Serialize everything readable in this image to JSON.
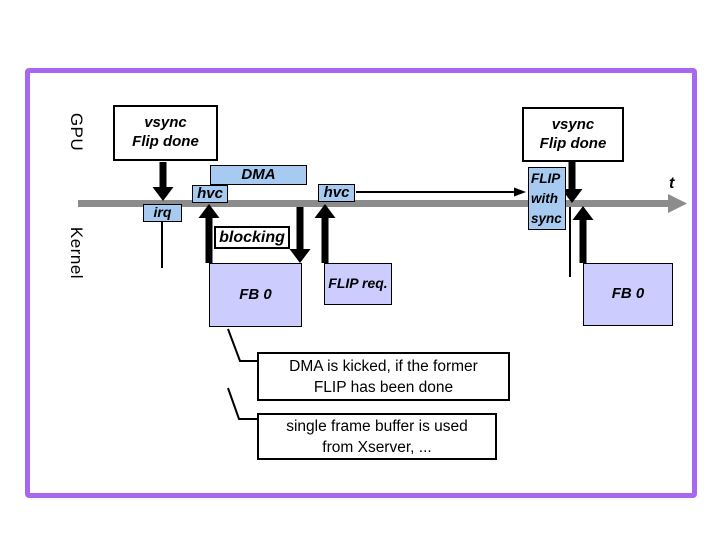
{
  "colors": {
    "frame_border": "#a867f0",
    "event_blue": "#a6caf0",
    "buffer_lavender": "#ccccff",
    "timeline_gray": "#8c8c8c",
    "arrow_black": "#000000"
  },
  "lanes": {
    "gpu": "GPU",
    "kernel": "Kernel"
  },
  "timeline": {
    "t_label": "t"
  },
  "events": {
    "vsync1": {
      "line1": "vsync",
      "line2": "Flip done"
    },
    "vsync2": {
      "line1": "vsync",
      "line2": "Flip done"
    },
    "dma": "DMA",
    "hvc1": "hvc",
    "hvc2": "hvc",
    "irq": "irq",
    "blocking": "blocking",
    "flip_with_sync": {
      "line1": "FLIP",
      "line2": "with",
      "line3": "sync"
    },
    "flip_req": "FLIP req.",
    "fb0_1": "FB 0",
    "fb0_2": "FB 0"
  },
  "notes": {
    "note1": {
      "line1": "DMA is kicked, if the former",
      "line2": "FLIP has been done"
    },
    "note2": {
      "line1": "single frame buffer is used",
      "line2": "from Xserver, ..."
    }
  }
}
